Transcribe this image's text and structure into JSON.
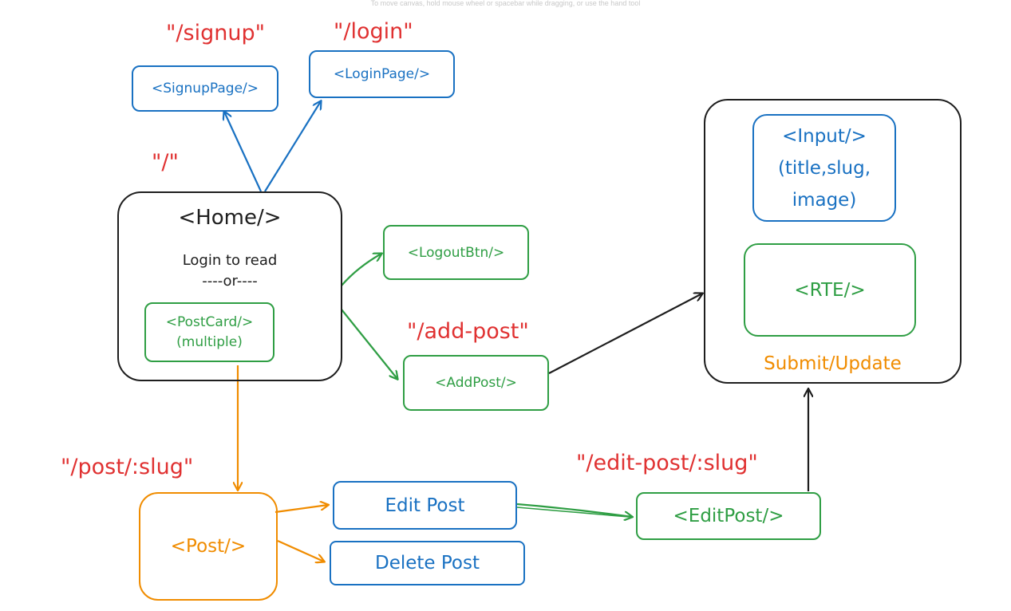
{
  "hint": "To move canvas, hold mouse wheel or spacebar while dragging, or use the hand tool",
  "colors": {
    "blue": "#1971c2",
    "green": "#2f9e44",
    "red": "#e03131",
    "orange": "#f08c00",
    "black": "#1e1e1e"
  },
  "routes": {
    "signup": "\"/signup\"",
    "login": "\"/login\"",
    "home": "\"/\"",
    "add_post": "\"/add-post\"",
    "post": "\"/post/:slug\"",
    "edit_post": "\"/edit-post/:slug\""
  },
  "nodes": {
    "signup_page": "<SignupPage/>",
    "login_page": "<LoginPage/>",
    "home_title": "<Home/>",
    "home_login_text": "Login to read",
    "home_or_text": "----or----",
    "postcard_line1": "<PostCard/>",
    "postcard_line2": "(multiple)",
    "logout_btn": "<LogoutBtn/>",
    "add_post": "<AddPost/>",
    "input_line1": "<Input/>",
    "input_line2": "(title,slug,",
    "input_line3": "image)",
    "rte": "<RTE/>",
    "submit_update": "Submit/Update",
    "post": "<Post/>",
    "edit_post_btn": "Edit Post",
    "delete_post_btn": "Delete Post",
    "edit_post": "<EditPost/>"
  }
}
